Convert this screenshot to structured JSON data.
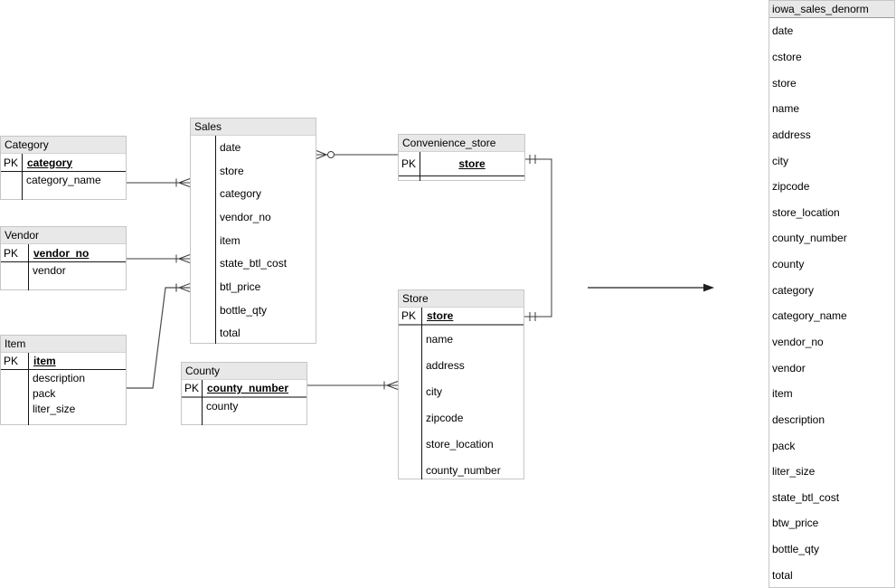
{
  "pk_label": "PK",
  "tables": [
    {
      "id": "category",
      "title": "Category",
      "pk_fields": [
        "category"
      ],
      "fields": [
        "category_name"
      ]
    },
    {
      "id": "vendor",
      "title": "Vendor",
      "pk_fields": [
        "vendor_no"
      ],
      "fields": [
        "vendor"
      ]
    },
    {
      "id": "item",
      "title": "Item",
      "pk_fields": [
        "item"
      ],
      "fields": [
        "description",
        "pack",
        "liter_size"
      ]
    },
    {
      "id": "sales",
      "title": "Sales",
      "pk_fields": [],
      "fields": [
        "date",
        "store",
        "category",
        "vendor_no",
        "item",
        "state_btl_cost",
        "btl_price",
        "bottle_qty",
        "total"
      ]
    },
    {
      "id": "county",
      "title": "County",
      "pk_fields": [
        "county_number"
      ],
      "fields": [
        "county"
      ]
    },
    {
      "id": "convenience_store",
      "title": "Convenience_store",
      "pk_fields": [
        "store"
      ],
      "fields": []
    },
    {
      "id": "store",
      "title": "Store",
      "pk_fields": [
        "store"
      ],
      "fields": [
        "name",
        "address",
        "city",
        "zipcode",
        "store_location",
        "county_number"
      ]
    },
    {
      "id": "iowa_sales_denorm",
      "title": "iowa_sales_denorm",
      "pk_fields": [],
      "fields": [
        "date",
        "cstore",
        "store",
        "name",
        "address",
        "city",
        "zipcode",
        "store_location",
        "county_number",
        "county",
        "category",
        "category_name",
        "vendor_no",
        "vendor",
        "item",
        "description",
        "pack",
        "liter_size",
        "state_btl_cost",
        "btw_price",
        "bottle_qty",
        "total"
      ]
    }
  ],
  "relationships": [
    {
      "a": "Category",
      "b": "Sales",
      "symbol_at_a": "none",
      "symbol_at_b": "one-or-many-crowsfoot"
    },
    {
      "a": "Vendor",
      "b": "Sales",
      "symbol_at_a": "none",
      "symbol_at_b": "one-or-many-crowsfoot"
    },
    {
      "a": "Item",
      "b": "Sales",
      "symbol_at_a": "none",
      "symbol_at_b": "one-or-many-crowsfoot"
    },
    {
      "a": "Sales",
      "b": "Convenience_store",
      "symbol_at_a": "zero-or-many-crowsfoot",
      "symbol_at_b": "none"
    },
    {
      "a": "Convenience_store",
      "b": "Store",
      "symbol_at_a": "exactly-one",
      "symbol_at_b": "exactly-one"
    },
    {
      "a": "County",
      "b": "Store",
      "symbol_at_a": "none",
      "symbol_at_b": "one-or-many-crowsfoot"
    },
    {
      "a": "diagram",
      "b": "iowa_sales_denorm",
      "symbol_at_a": "none",
      "symbol_at_b": "filled-arrowhead"
    }
  ],
  "colors": {
    "header_bg": "#e8e8e8",
    "table_border": "#c6c6c6",
    "pk_divider": "#141414",
    "thick_row_divider": "#828282",
    "connector": "#3b3b3b",
    "text": "#000000"
  }
}
